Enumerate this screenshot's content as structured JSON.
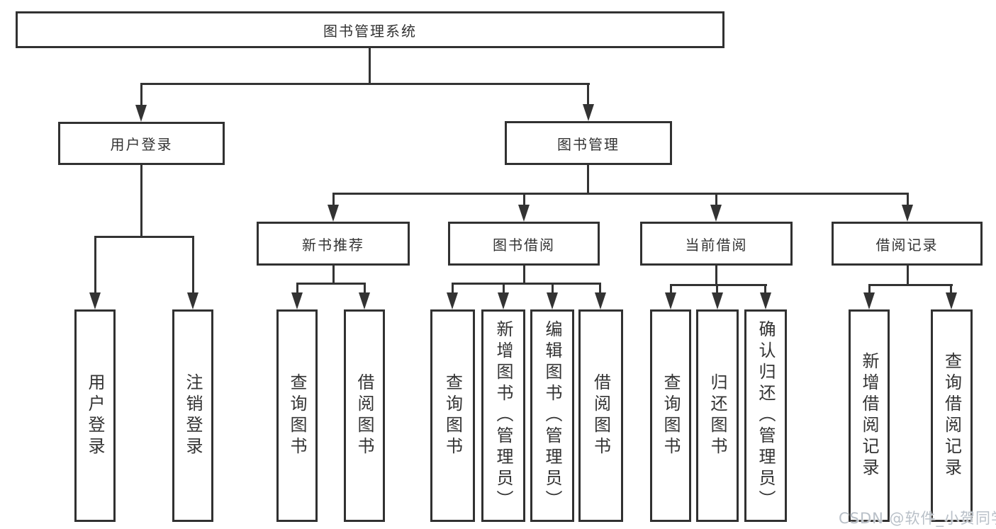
{
  "diagram": {
    "title": "图书管理系统",
    "branches": [
      {
        "label": "用户登录",
        "children": [
          {
            "label": "用户登录"
          },
          {
            "label": "注销登录"
          }
        ]
      },
      {
        "label": "图书管理",
        "children": [
          {
            "label": "新书推荐",
            "children": [
              {
                "label": "查询图书"
              },
              {
                "label": "借阅图书"
              }
            ]
          },
          {
            "label": "图书借阅",
            "children": [
              {
                "label": "查询图书"
              },
              {
                "label": "新增图书（管理员）"
              },
              {
                "label": "编辑图书（管理员）"
              },
              {
                "label": "借阅图书"
              }
            ]
          },
          {
            "label": "当前借阅",
            "children": [
              {
                "label": "查询图书"
              },
              {
                "label": "归还图书"
              },
              {
                "label": "确认归还（管理员）"
              }
            ]
          },
          {
            "label": "借阅记录",
            "children": [
              {
                "label": "新增借阅记录"
              },
              {
                "label": "查询借阅记录"
              }
            ]
          }
        ]
      }
    ]
  },
  "watermark": {
    "text": "CSDN @软件_小贺同学"
  },
  "colors": {
    "line": "#333333",
    "border": "#313131",
    "text": "#333333",
    "watermark": "#b9c0c8",
    "background": "#ffffff"
  }
}
